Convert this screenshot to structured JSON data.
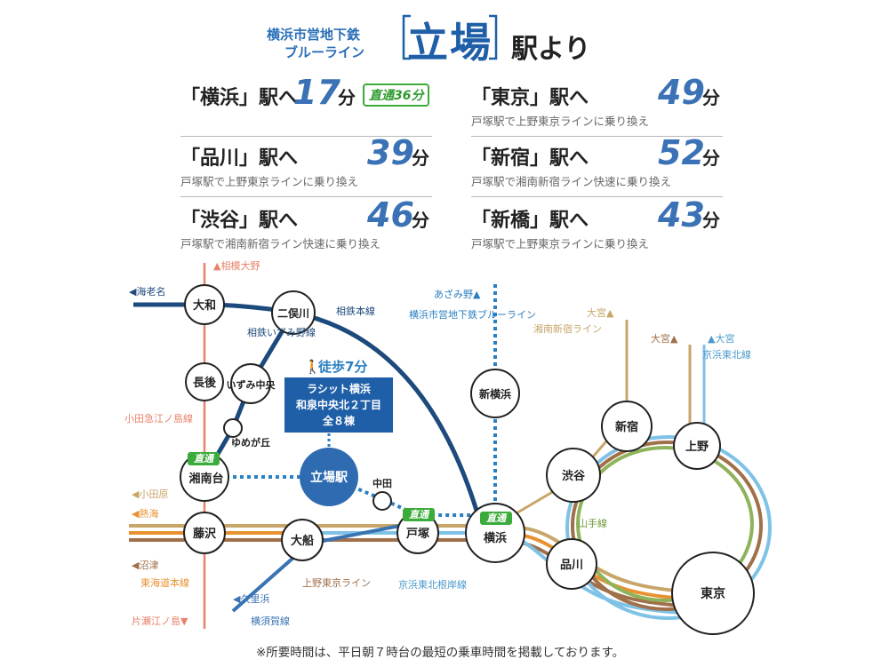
{
  "header": {
    "line1": "横浜市営地下鉄",
    "line2": "ブルーライン",
    "station": "立場",
    "suffix": "駅より"
  },
  "routes": [
    {
      "dest": "「横浜」駅へ",
      "minutes": "17",
      "unit": "分",
      "badge": "直通36分",
      "note": ""
    },
    {
      "dest": "「東京」駅へ",
      "minutes": "49",
      "unit": "分",
      "badge": "",
      "note": "戸塚駅で上野東京ラインに乗り換え"
    },
    {
      "dest": "「品川」駅へ",
      "minutes": "39",
      "unit": "分",
      "badge": "",
      "note": "戸塚駅で上野東京ラインに乗り換え"
    },
    {
      "dest": "「新宿」駅へ",
      "minutes": "52",
      "unit": "分",
      "badge": "",
      "note": "戸塚駅で湘南新宿ライン快速に乗り換え"
    },
    {
      "dest": "「渋谷」駅へ",
      "minutes": "46",
      "unit": "分",
      "badge": "",
      "note": "戸塚駅で湘南新宿ライン快速に乗り換え"
    },
    {
      "dest": "「新橋」駅へ",
      "minutes": "43",
      "unit": "分",
      "badge": "",
      "note": "戸塚駅で上野東京ラインに乗り換え"
    }
  ],
  "map": {
    "stations": {
      "yamato": "大和",
      "futamatagawa": "二俣川",
      "nagago": "長後",
      "izumichuo": "いずみ中央",
      "yumegaoka": "ゆめが丘",
      "shonandai": "湘南台",
      "fujisawa": "藤沢",
      "ofuna": "大船",
      "tateba": "立場駅",
      "nakata": "中田",
      "totsuka": "戸塚",
      "yokohama": "横浜",
      "shinyokohama": "新横浜",
      "shibuya": "渋谷",
      "shinjuku": "新宿",
      "ueno": "上野",
      "shinagawa": "品川",
      "tokyo": "東京"
    },
    "lines": {
      "sotetsu_main": "相鉄本線",
      "sotetsu_izumino": "相鉄いずみ野線",
      "odakyu_enoshima": "小田急江ノ島線",
      "blue_line": "横浜市営地下鉄ブルーライン",
      "shonan_shinjuku": "湘南新宿ライン",
      "keihin_tohoku_north": "京浜東北線",
      "yamanote": "山手線",
      "tokaido": "東海道本線",
      "ueno_tokyo": "上野東京ライン",
      "keihin_tohoku_negishi": "京浜東北根岸線",
      "yokosuka": "横須賀線"
    },
    "directions": {
      "ebina": "◀海老名",
      "sagami_ono": "▲相模大野",
      "azamino": "あざみ野▲",
      "omiya_shonan": "大宮▲",
      "omiya_tokaido": "大宮▲",
      "omiya_keihin": "▲大宮",
      "odawara": "◀小田原",
      "atami": "◀熱海",
      "numazu": "◀沼津",
      "kurihama": "◀久里浜",
      "katase": "片瀬江ノ島▼"
    },
    "callout": {
      "walk": "徒歩7分",
      "name": "ラシット横浜",
      "address": "和泉中央北２丁目",
      "units": "全８棟"
    },
    "direct_label": "直通"
  },
  "footnote": "※所要時間は、平日朝７時台の最短の乗車時間を掲載しております。",
  "colors": {
    "accent_blue": "#1f5fa8",
    "sotetsu_navy": "#1d4a7c",
    "odakyu_salmon": "#e8826c",
    "blue_line": "#2a7fc1",
    "shonan_tan": "#c8a66a",
    "keihin_lightblue": "#7fc2e6",
    "yamanote_green": "#8fb35a",
    "tokaido_orange": "#e8912f",
    "ueno_tokyo_brown": "#a0704a",
    "yokosuka_blue": "#3a73b2",
    "direct_green": "#3bab3b"
  }
}
